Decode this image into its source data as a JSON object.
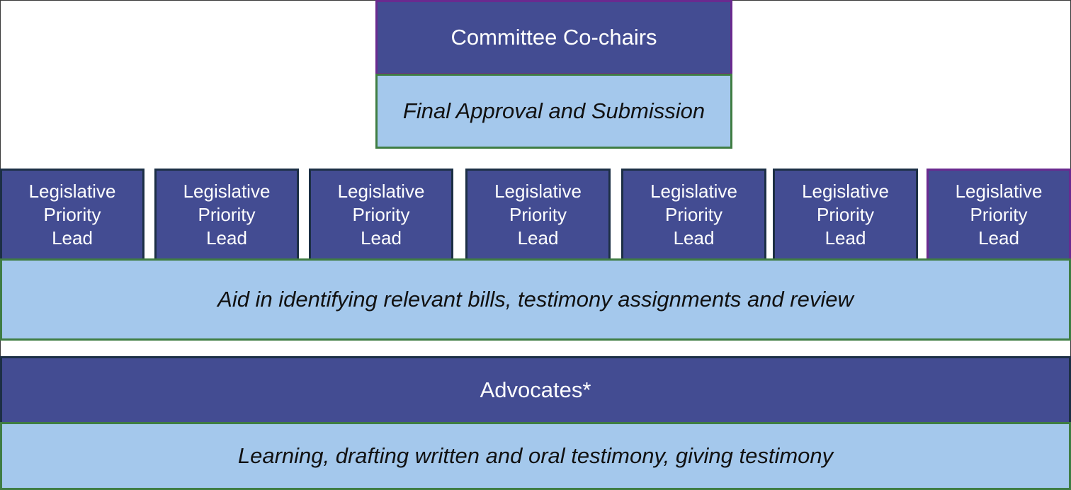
{
  "cochairs": {
    "title": "Committee Co-chairs",
    "role": "Final Approval and Submission"
  },
  "leads": {
    "items": [
      {
        "line1": "Legislative",
        "line2": "Priority",
        "line3": "Lead"
      },
      {
        "line1": "Legislative",
        "line2": "Priority",
        "line3": "Lead"
      },
      {
        "line1": "Legislative",
        "line2": "Priority",
        "line3": "Lead"
      },
      {
        "line1": "Legislative",
        "line2": "Priority",
        "line3": "Lead"
      },
      {
        "line1": "Legislative",
        "line2": "Priority",
        "line3": "Lead"
      },
      {
        "line1": "Legislative",
        "line2": "Priority",
        "line3": "Lead"
      },
      {
        "line1": "Legislative",
        "line2": "Priority",
        "line3": "Lead"
      }
    ],
    "role": "Aid in identifying relevant bills, testimony assignments and review"
  },
  "advocates": {
    "title": "Advocates*",
    "role": "Learning, drafting written and oral testimony, giving testimony"
  },
  "colors": {
    "dark_fill": "#434c92",
    "light_fill": "#a4c8ec",
    "green_border": "#3f7d43",
    "navy_border": "#1c2f45",
    "purple_border": "#6a2a8f"
  }
}
